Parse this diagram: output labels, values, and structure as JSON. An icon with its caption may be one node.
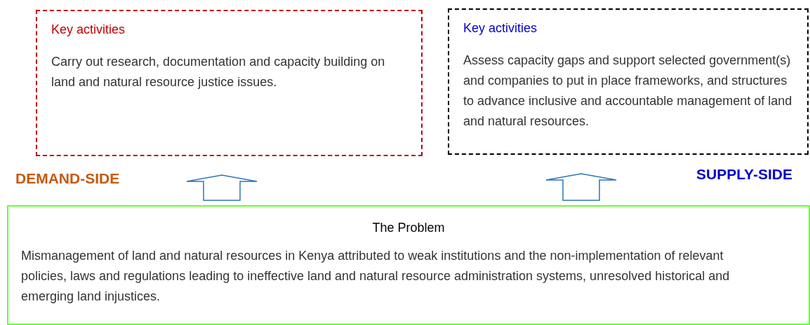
{
  "diagram": {
    "nodes": [
      {
        "text": [
          "Key activities",
          "Carry out research, documentation and capacity building on land and natural resource justice issues."
        ]
      },
      {
        "text": [
          "Key activities",
          "Assess capacity gaps and support selected government(s) and companies to put in place frameworks, and structures to advance inclusive and accountable management of land and natural resources."
        ]
      },
      {
        "text": [
          "The Problem",
          "Mismanagement of land and natural resources in Kenya attributed to weak institutions and the non-implementation of relevant policies, laws and regulations leading to ineffective land and natural resource administration systems, unresolved historical and emerging land injustices."
        ]
      }
    ],
    "edges": [
      {
        "from": 2,
        "to": 0,
        "arrow": "to"
      },
      {
        "from": 2,
        "to": 1,
        "arrow": "to"
      }
    ],
    "labels": [
      "DEMAND-SIDE",
      "SUPPLY-SIDE"
    ]
  }
}
